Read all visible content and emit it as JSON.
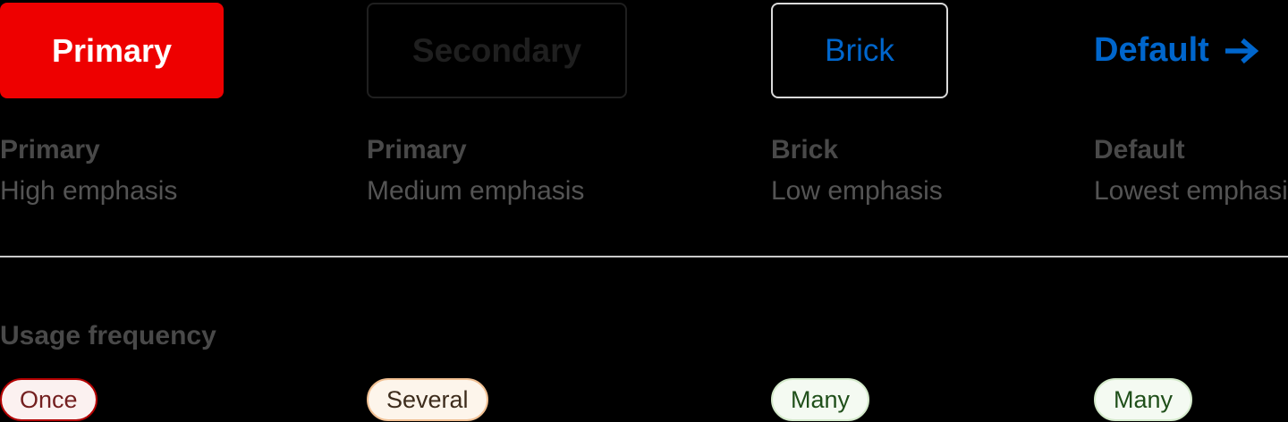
{
  "theme": {
    "background": "#000000",
    "brand_red": "#ee0000",
    "link_blue": "#0066cc",
    "label_gray": "#494949",
    "divider_gray": "#c9c9c9"
  },
  "variants": [
    {
      "demo_label": "Primary",
      "title": "Primary",
      "description": "High emphasis",
      "usage_tag": "Once"
    },
    {
      "demo_label": "Secondary",
      "title": "Primary",
      "description": "Medium emphasis",
      "usage_tag": "Several"
    },
    {
      "demo_label": "Brick",
      "title": "Brick",
      "description": "Low emphasis",
      "usage_tag": "Many"
    },
    {
      "demo_label": "Default",
      "title": "Default",
      "description": "Lowest emphasis",
      "usage_tag": "Many"
    }
  ],
  "usage_section": {
    "heading": "Usage frequency"
  },
  "icons": {
    "cta_arrow": "arrow-right-icon"
  },
  "tag_palette": {
    "red": {
      "bg": "#fbf1f0",
      "border": "#b30000",
      "text": "#731f1f"
    },
    "orange": {
      "bg": "#fdf5eb",
      "border": "#f1c093",
      "text": "#3d2c1c"
    },
    "green": {
      "bg": "#f4faf2",
      "border": "#d3e9ca",
      "text": "#1f4f1a"
    }
  }
}
